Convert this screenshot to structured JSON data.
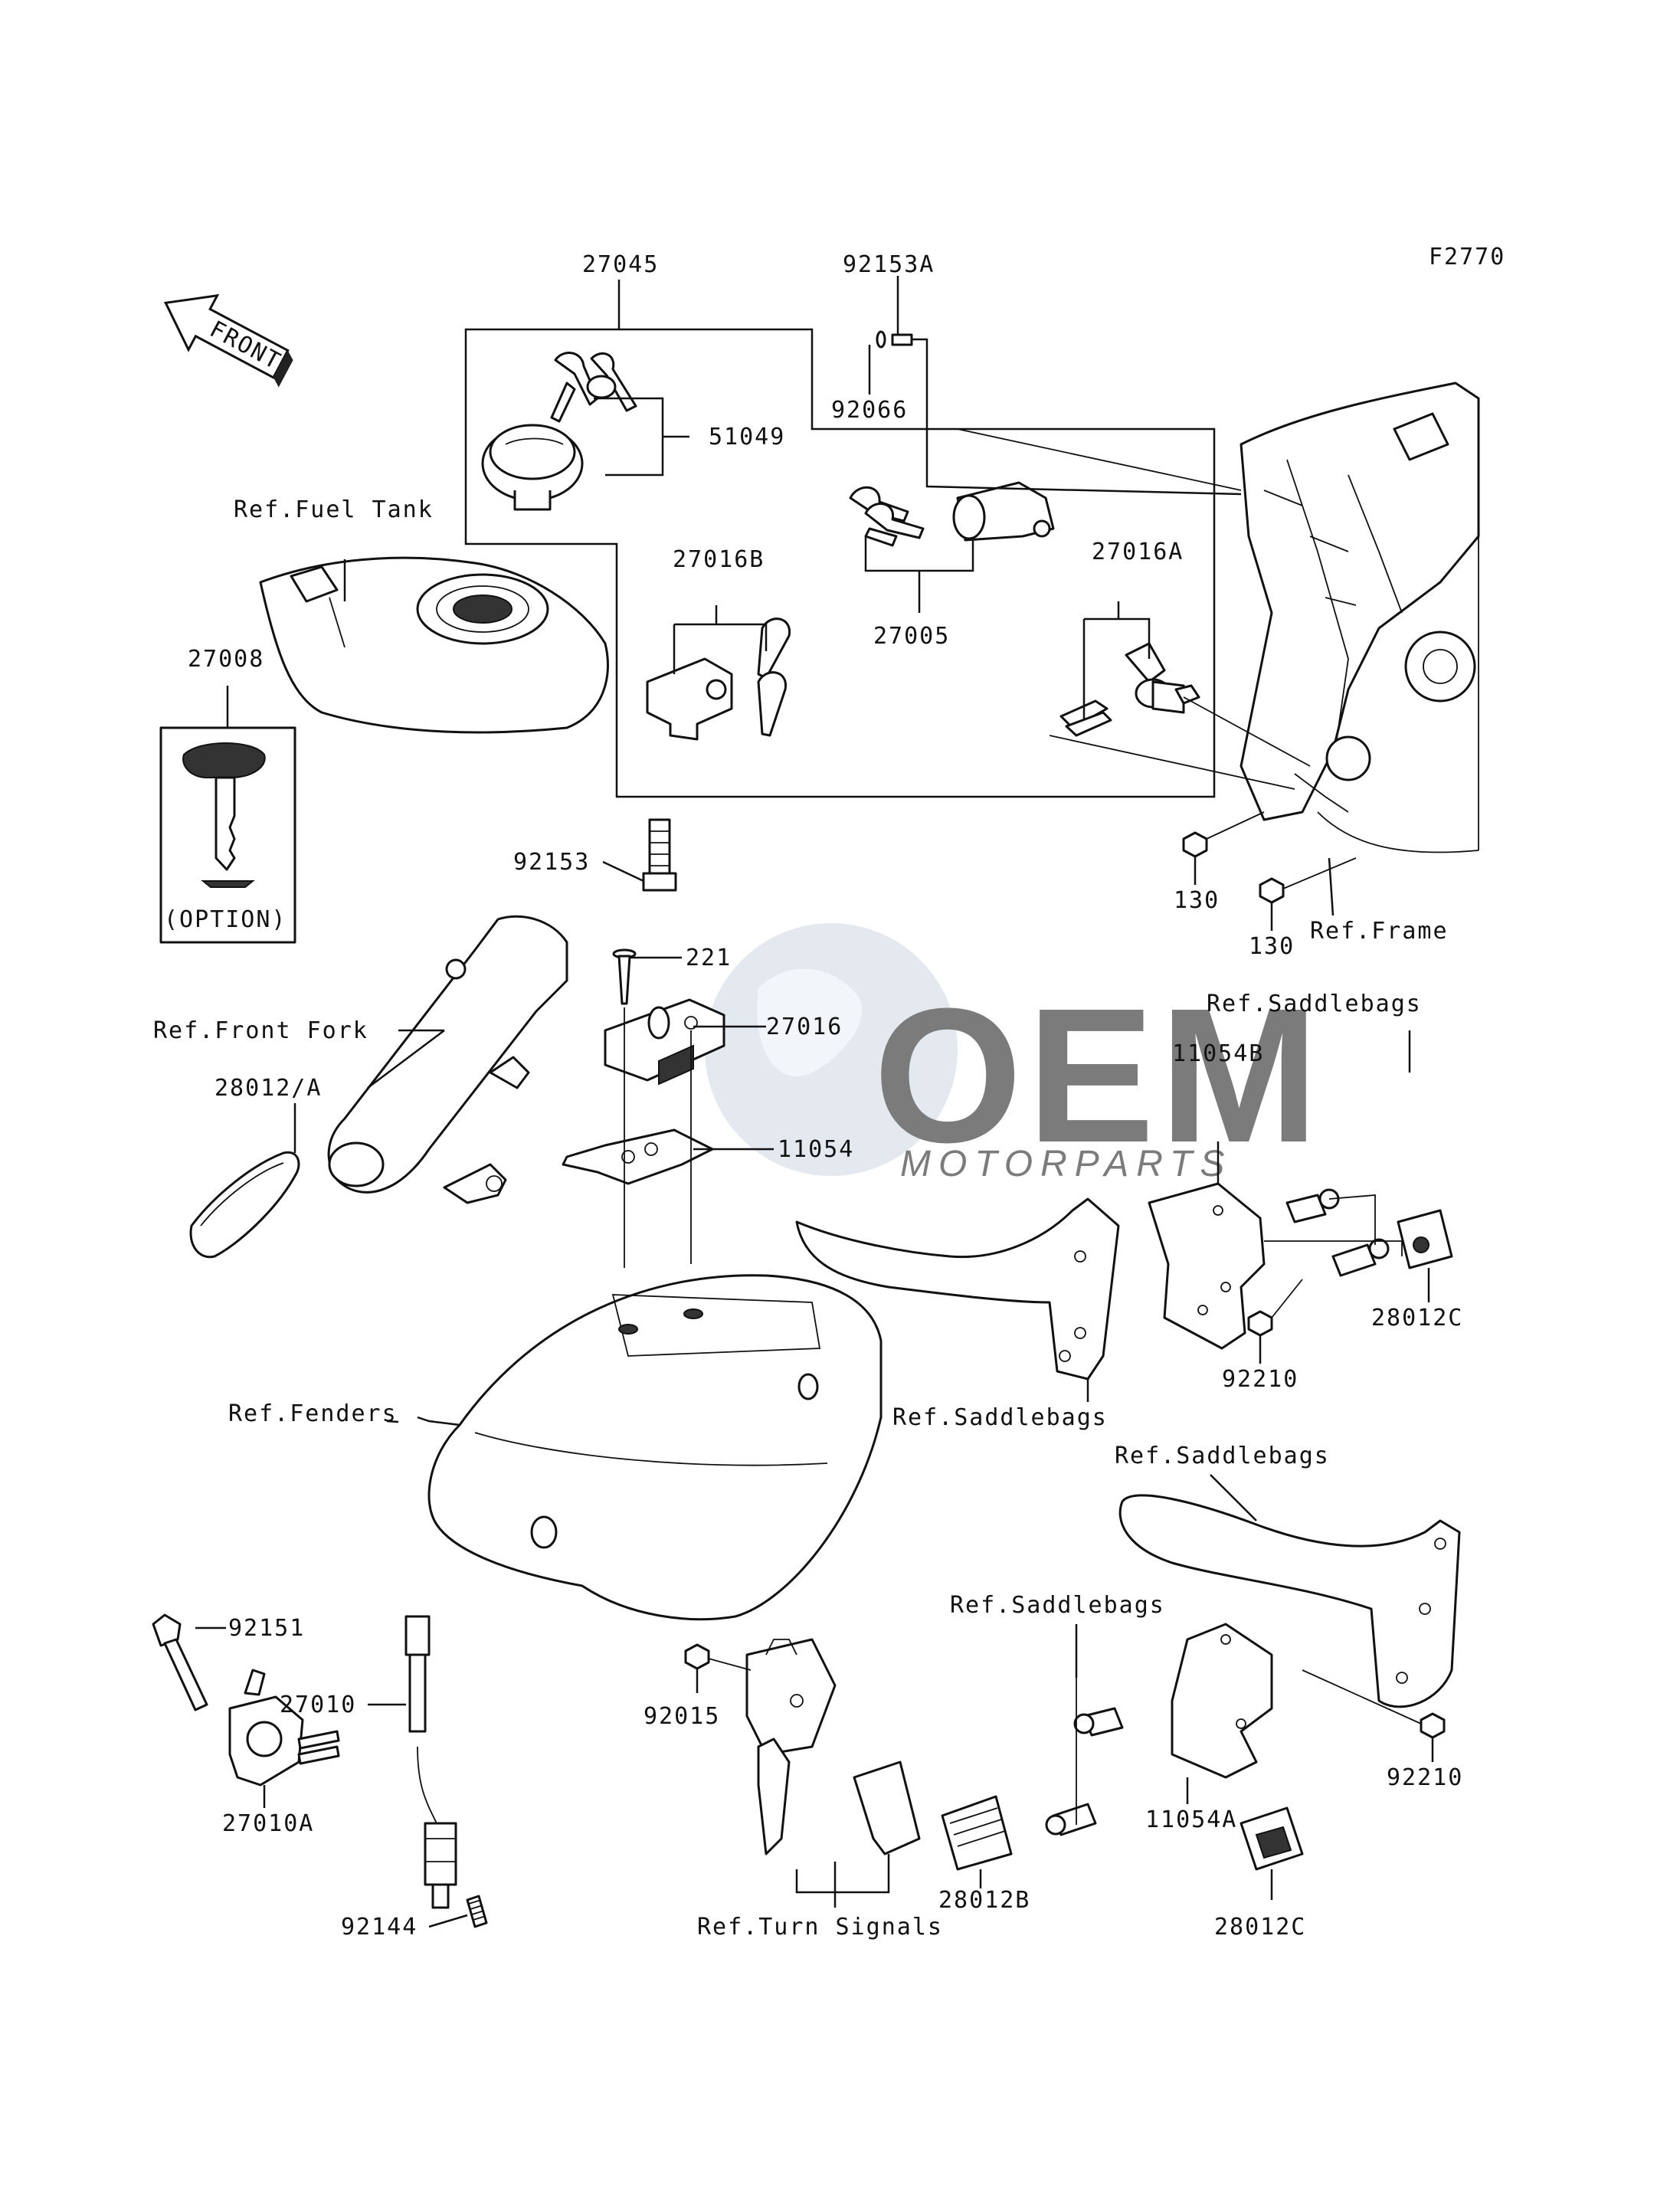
{
  "figure_code": "F2770",
  "watermark": {
    "brand": "OEM",
    "sub": "MOTORPARTS"
  },
  "front_arrow_label": "FRONT",
  "option_label": "(OPTION)",
  "callouts": [
    {
      "id": "c-27045",
      "text": "27045"
    },
    {
      "id": "c-92153A",
      "text": "92153A"
    },
    {
      "id": "c-92066",
      "text": "92066"
    },
    {
      "id": "c-51049",
      "text": "51049"
    },
    {
      "id": "c-ref-fuel-tank",
      "text": "Ref.Fuel Tank"
    },
    {
      "id": "c-27016B",
      "text": "27016B"
    },
    {
      "id": "c-27005",
      "text": "27005"
    },
    {
      "id": "c-27016A",
      "text": "27016A"
    },
    {
      "id": "c-27008",
      "text": "27008"
    },
    {
      "id": "c-92153",
      "text": "92153"
    },
    {
      "id": "c-130a",
      "text": "130"
    },
    {
      "id": "c-130b",
      "text": "130"
    },
    {
      "id": "c-ref-frame",
      "text": "Ref.Frame"
    },
    {
      "id": "c-221",
      "text": "221"
    },
    {
      "id": "c-27016",
      "text": "27016"
    },
    {
      "id": "c-11054",
      "text": "11054"
    },
    {
      "id": "c-ref-front-fork",
      "text": "Ref.Front Fork"
    },
    {
      "id": "c-28012A",
      "text": "28012/A"
    },
    {
      "id": "c-ref-saddlebags-1",
      "text": "Ref.Saddlebags"
    },
    {
      "id": "c-11054B",
      "text": "11054B"
    },
    {
      "id": "c-28012C-1",
      "text": "28012C"
    },
    {
      "id": "c-92210-1",
      "text": "92210"
    },
    {
      "id": "c-ref-saddlebags-2",
      "text": "Ref.Saddlebags"
    },
    {
      "id": "c-ref-fenders",
      "text": "Ref.Fenders"
    },
    {
      "id": "c-ref-saddlebags-3",
      "text": "Ref.Saddlebags"
    },
    {
      "id": "c-ref-saddlebags-4",
      "text": "Ref.Saddlebags"
    },
    {
      "id": "c-92151",
      "text": "92151"
    },
    {
      "id": "c-27010",
      "text": "27010"
    },
    {
      "id": "c-92015",
      "text": "92015"
    },
    {
      "id": "c-27010A",
      "text": "27010A"
    },
    {
      "id": "c-92144",
      "text": "92144"
    },
    {
      "id": "c-28012B",
      "text": "28012B"
    },
    {
      "id": "c-ref-turn-signals",
      "text": "Ref.Turn Signals"
    },
    {
      "id": "c-11054A",
      "text": "11054A"
    },
    {
      "id": "c-92210-2",
      "text": "92210"
    },
    {
      "id": "c-28012C-2",
      "text": "28012C"
    }
  ]
}
